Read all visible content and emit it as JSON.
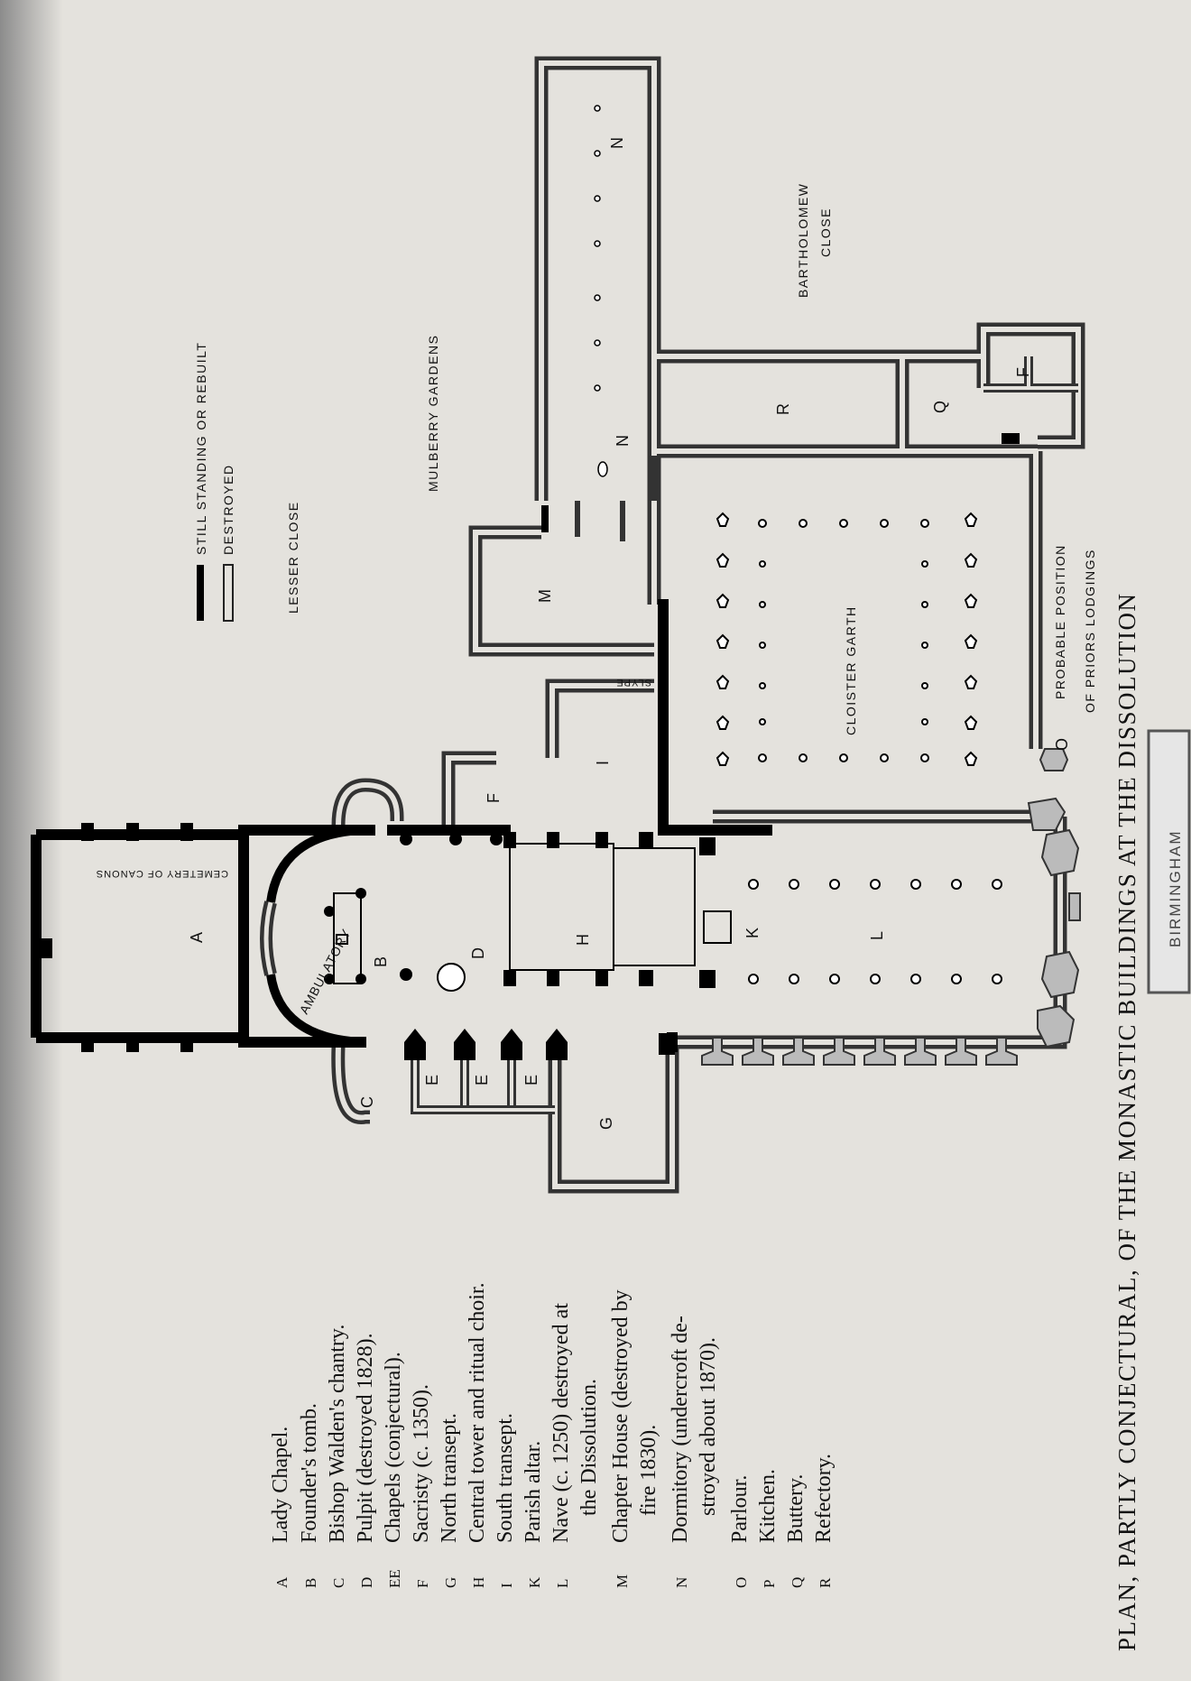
{
  "caption": "PLAN, PARTLY CONJECTURAL, OF THE MONASTIC BUILDINGS AT THE DISSOLUTION",
  "legend": {
    "standing": "STILL STANDING OR REBUILT",
    "destroyed": "DESTROYED"
  },
  "labels": {
    "lesser_close": "LESSER CLOSE",
    "mulberry_gardens": "MULBERRY GARDENS",
    "bartholomew": "BARTHOLOMEW",
    "close": "CLOSE",
    "cloister_garth": "CLOISTER GARTH",
    "probable_position": "PROBABLE POSITION",
    "of_priors_lodgings": "OF PRIORS LODGINGS",
    "cemetery": "CEMETERY OF CANONS",
    "ambulatory": "AMBULATORY",
    "slype": "SLYPE",
    "stamp": "BIRMINGHAM"
  },
  "letters": {
    "A": "A",
    "B": "B",
    "C": "C",
    "D": "D",
    "E": "E",
    "F": "F",
    "G": "G",
    "H": "H",
    "I": "I",
    "K": "K",
    "L": "L",
    "M": "M",
    "N": "N",
    "O": "O",
    "Q": "Q",
    "R": "R"
  },
  "key": [
    {
      "code": "A",
      "text": "Lady Chapel."
    },
    {
      "code": "B",
      "text": "Founder's tomb."
    },
    {
      "code": "C",
      "text": "Bishop Walden's chantry."
    },
    {
      "code": "D",
      "text": "Pulpit (destroyed 1828)."
    },
    {
      "code": "EE",
      "text": "Chapels (conjectural)."
    },
    {
      "code": "F",
      "text": "Sacristy (c. 1350)."
    },
    {
      "code": "G",
      "text": "North transept."
    },
    {
      "code": "H",
      "text": "Central tower and ritual choir."
    },
    {
      "code": "I",
      "text": "South transept."
    },
    {
      "code": "K",
      "text": "Parish altar."
    },
    {
      "code": "L",
      "text": "Nave (c. 1250) destroyed at"
    },
    {
      "code": "",
      "text": "the Dissolution."
    },
    {
      "code": "M",
      "text": "Chapter House (destroyed by"
    },
    {
      "code": "",
      "text": "fire 1830)."
    },
    {
      "code": "N",
      "text": "Dormitory (undercroft de-"
    },
    {
      "code": "",
      "text": "stroyed about 1870)."
    },
    {
      "code": "O",
      "text": "Parlour."
    },
    {
      "code": "P",
      "text": "Kitchen."
    },
    {
      "code": "Q",
      "text": "Buttery."
    },
    {
      "code": "R",
      "text": "Refectory."
    }
  ]
}
